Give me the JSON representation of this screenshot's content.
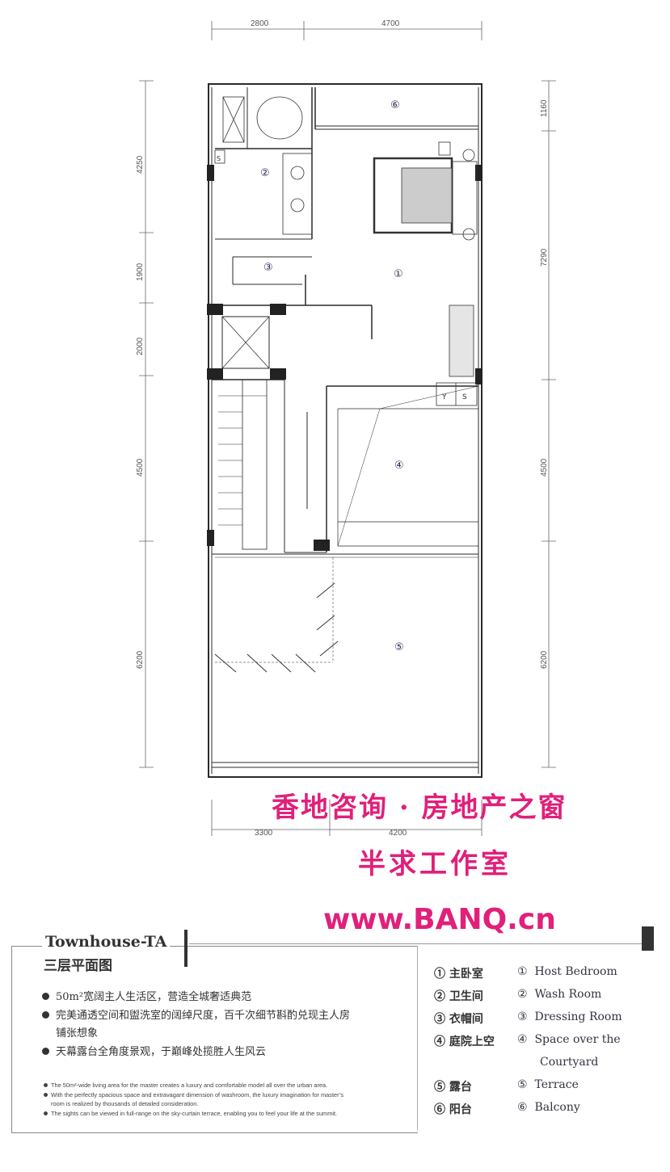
{
  "dimensions": {
    "top": [
      "2800",
      "4700"
    ],
    "bottom": [
      "3300",
      "4200"
    ],
    "left": [
      "4250",
      "1900",
      "2000",
      "4500",
      "6200"
    ],
    "right": [
      "1160",
      "7290",
      "4500",
      "6200"
    ]
  },
  "plan_labels": {
    "host_bedroom": "①",
    "wash_room": "②",
    "dressing_room": "③",
    "courtyard_space": "④",
    "terrace": "⑤",
    "balcony": "⑥"
  },
  "fixture_marks": {
    "s_top": "S",
    "y": "Y",
    "s_right": "S"
  },
  "watermark": {
    "line1": "香地咨询 · 房地产之窗",
    "line2": "半求工作室",
    "url": "www.BANQ.cn"
  },
  "card": {
    "title_en": "Townhouse-TA",
    "title_zh": "三层平面图",
    "zh_points": [
      "50m²宽阔主人生活区，营造全城奢适典范",
      "完美通透空间和盥洗室的阔绰尺度，百千次细节斟酌兑现主人房",
      "铺张想象",
      "天幕露台全角度景观，于巅峰处揽胜人生风云"
    ],
    "en_points": [
      "The 50m²-wide living area for the master creates a luxury and comfortable model all over the urban area.",
      "With the perfectly spacious space and extravagant dimension of washroom, the luxury imagination for master’s",
      "room is realized by thousands of detailed consideration.",
      "The sights can be viewed in full-range on the sky-curtain terrace, enabling you to feel your life at the summit."
    ]
  },
  "legend": [
    {
      "num": "①",
      "zh": "主卧室",
      "en": "Host Bedroom"
    },
    {
      "num": "②",
      "zh": "卫生间",
      "en": "Wash Room"
    },
    {
      "num": "③",
      "zh": "衣帽间",
      "en": "Dressing Room"
    },
    {
      "num": "④",
      "zh": "庭院上空",
      "en": "Space over the"
    },
    {
      "num": "",
      "zh": "",
      "en": "Courtyard"
    },
    {
      "num": "⑤",
      "zh": "露台",
      "en": "Terrace"
    },
    {
      "num": "⑥",
      "zh": "阳台",
      "en": "Balcony"
    }
  ],
  "colors": {
    "wall": "#2a2a2a",
    "line": "#555555",
    "watermark": "#e0207a"
  }
}
